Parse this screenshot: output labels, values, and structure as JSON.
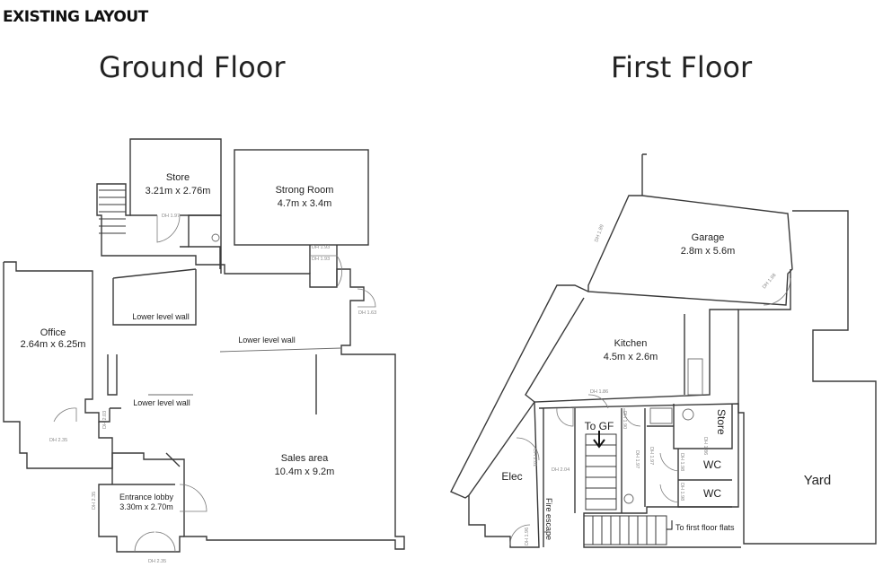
{
  "banner": "EXISTING LAYOUT",
  "ground_floor": {
    "heading": "Ground Floor",
    "rooms": {
      "store": {
        "name": "Store",
        "size": "3.21m x 2.76m"
      },
      "strong_room": {
        "name": "Strong Room",
        "size": "4.7m x 3.4m"
      },
      "office": {
        "name": "Office",
        "size": "2.64m x 6.25m"
      },
      "sales_area": {
        "name": "Sales area",
        "size": "10.4m x 9.2m"
      },
      "entrance_lobby": {
        "name": "Entrance lobby",
        "size": "3.30m x 2.70m"
      }
    },
    "notes": {
      "lower_wall_1": "Lower level wall",
      "lower_wall_2": "Lower level wall",
      "lower_wall_3": "Lower level wall"
    },
    "door_heights": [
      "DH 1.97",
      "DH 1.93",
      "DH 1.93",
      "DH 1.63",
      "DH 2.35",
      "DH 2.03",
      "DH 2.35",
      "DH 2.35"
    ]
  },
  "first_floor": {
    "heading": "First Floor",
    "rooms": {
      "garage": {
        "name": "Garage",
        "size": "2.8m x 5.6m"
      },
      "kitchen": {
        "name": "Kitchen",
        "size": "4.5m x 2.6m"
      },
      "elec": {
        "name": "Elec"
      },
      "store": {
        "name": "Store"
      },
      "wc1": {
        "name": "WC"
      },
      "wc2": {
        "name": "WC"
      },
      "yard": {
        "name": "Yard"
      }
    },
    "notes": {
      "to_gf": "To GF",
      "fire_escape": "Fire escape",
      "to_flats": "To first floor flats"
    },
    "door_heights": [
      "DH 1.89",
      "DH 1.98",
      "DH 1.86",
      "DH 1.90",
      "DH 1.97",
      "DH 2.04",
      "DH 2.01",
      "DH 1.97",
      "DH 1.98",
      "DH 1.98",
      "DH 1.96",
      "DH 1.86"
    ]
  }
}
